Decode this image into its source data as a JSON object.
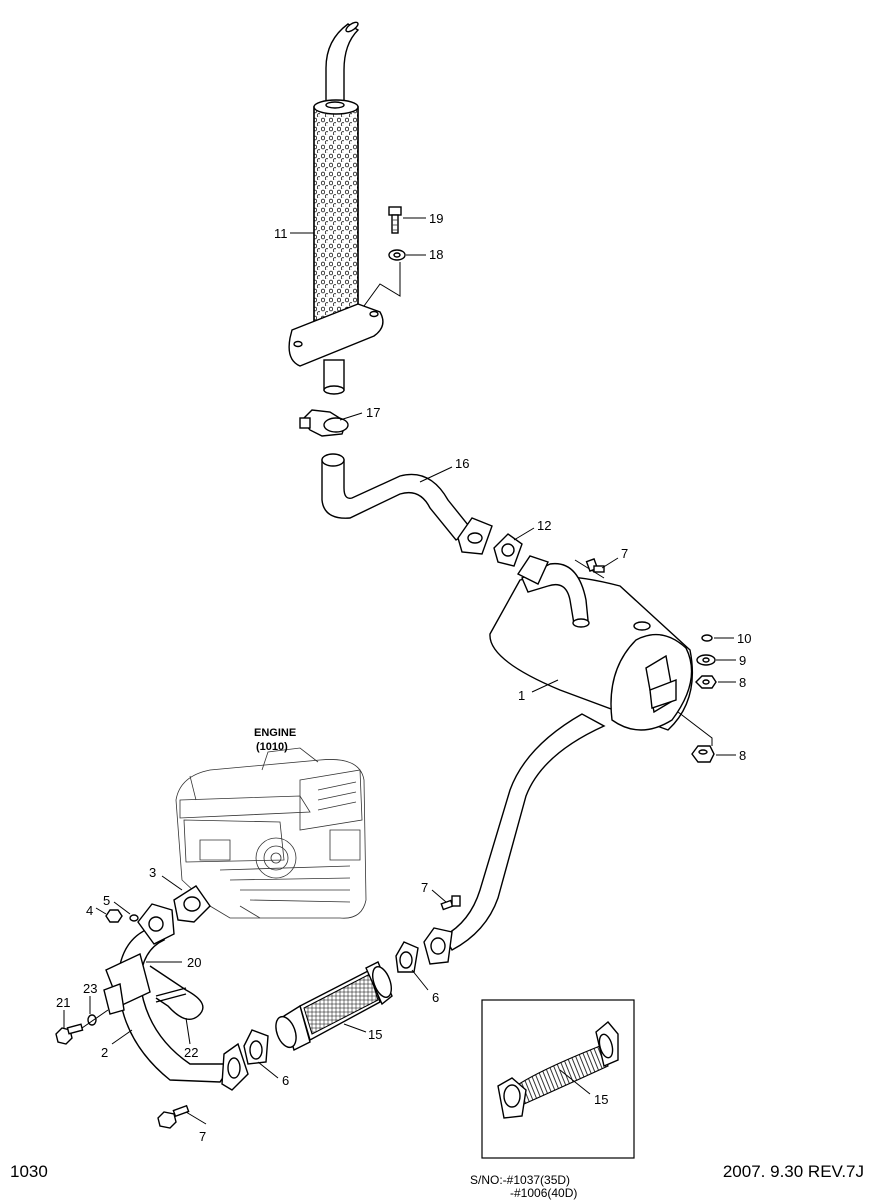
{
  "diagram": {
    "engine_label": "ENGINE",
    "engine_ref": "(1010)",
    "callouts": {
      "c1": "1",
      "c2": "2",
      "c3": "3",
      "c4": "4",
      "c5": "5",
      "c6a": "6",
      "c6b": "6",
      "c7a": "7",
      "c7b": "7",
      "c7c": "7",
      "c8a": "8",
      "c8b": "8",
      "c9": "9",
      "c10": "10",
      "c11": "11",
      "c12": "12",
      "c15a": "15",
      "c15b": "15",
      "c16": "16",
      "c17": "17",
      "c18": "18",
      "c19": "19",
      "c20": "20",
      "c21": "21",
      "c22": "22",
      "c23": "23"
    }
  },
  "footer": {
    "page_number": "1030",
    "serial_line1": "S/NO:-#1037(35D)",
    "serial_line2": "-#1006(40D)",
    "revision": "2007. 9.30  REV.7J"
  }
}
